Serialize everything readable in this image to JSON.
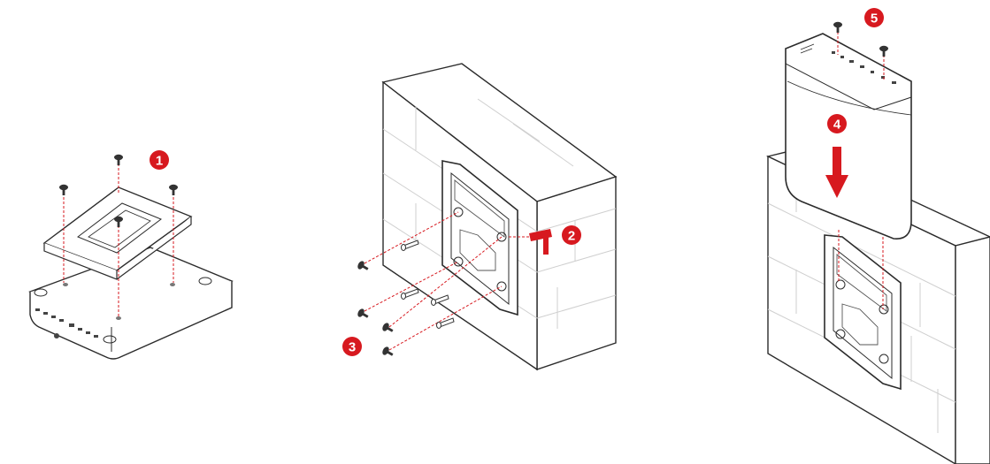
{
  "colors": {
    "accent": "#d7191f",
    "line": "#2b2b2b",
    "wall": "#ffffff",
    "mortar": "#c9c9c9",
    "bracket": "#9e9e9e"
  },
  "steps": [
    {
      "number": "1"
    },
    {
      "number": "2"
    },
    {
      "number": "3"
    },
    {
      "number": "4"
    },
    {
      "number": "5"
    }
  ],
  "icons": [
    "screw-icon",
    "wall-anchor-icon",
    "screwdriver-icon",
    "down-arrow-icon"
  ]
}
